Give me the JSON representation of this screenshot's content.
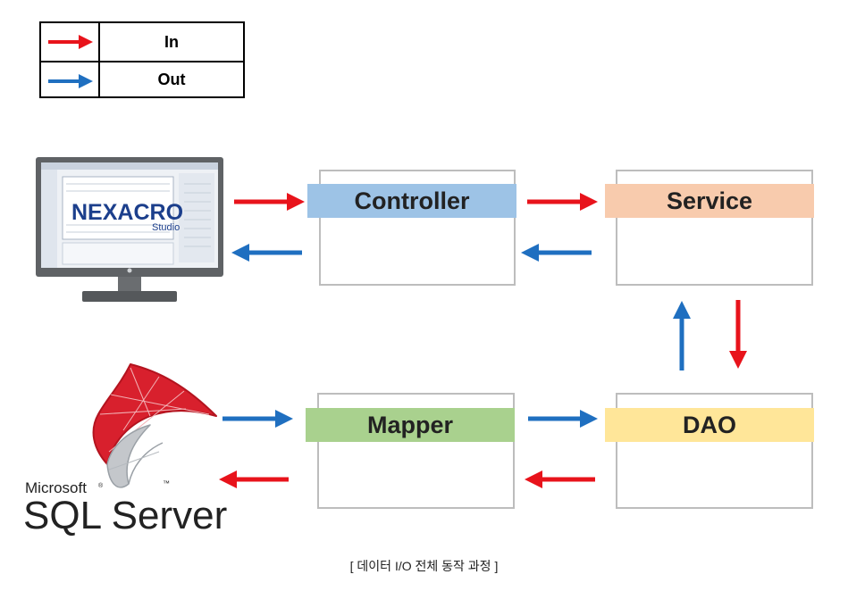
{
  "legend": {
    "in_label": "In",
    "out_label": "Out"
  },
  "colors": {
    "in_arrow": "#e8131b",
    "out_arrow": "#1f6fc0",
    "controller_band": "#9dc3e6",
    "service_band": "#f8cbad",
    "mapper_band": "#a9d18e",
    "dao_band": "#ffe699"
  },
  "nodes": {
    "controller": "Controller",
    "service": "Service",
    "mapper": "Mapper",
    "dao": "DAO"
  },
  "client": {
    "logo_text": "NEXACRO",
    "logo_sub": "Studio"
  },
  "database": {
    "brand_top": "Microsoft",
    "brand_main": "SQL Server",
    "tm": "™",
    "reg": "®"
  },
  "caption": "[ 데이터 I/O 전체 동작 과정 ]"
}
